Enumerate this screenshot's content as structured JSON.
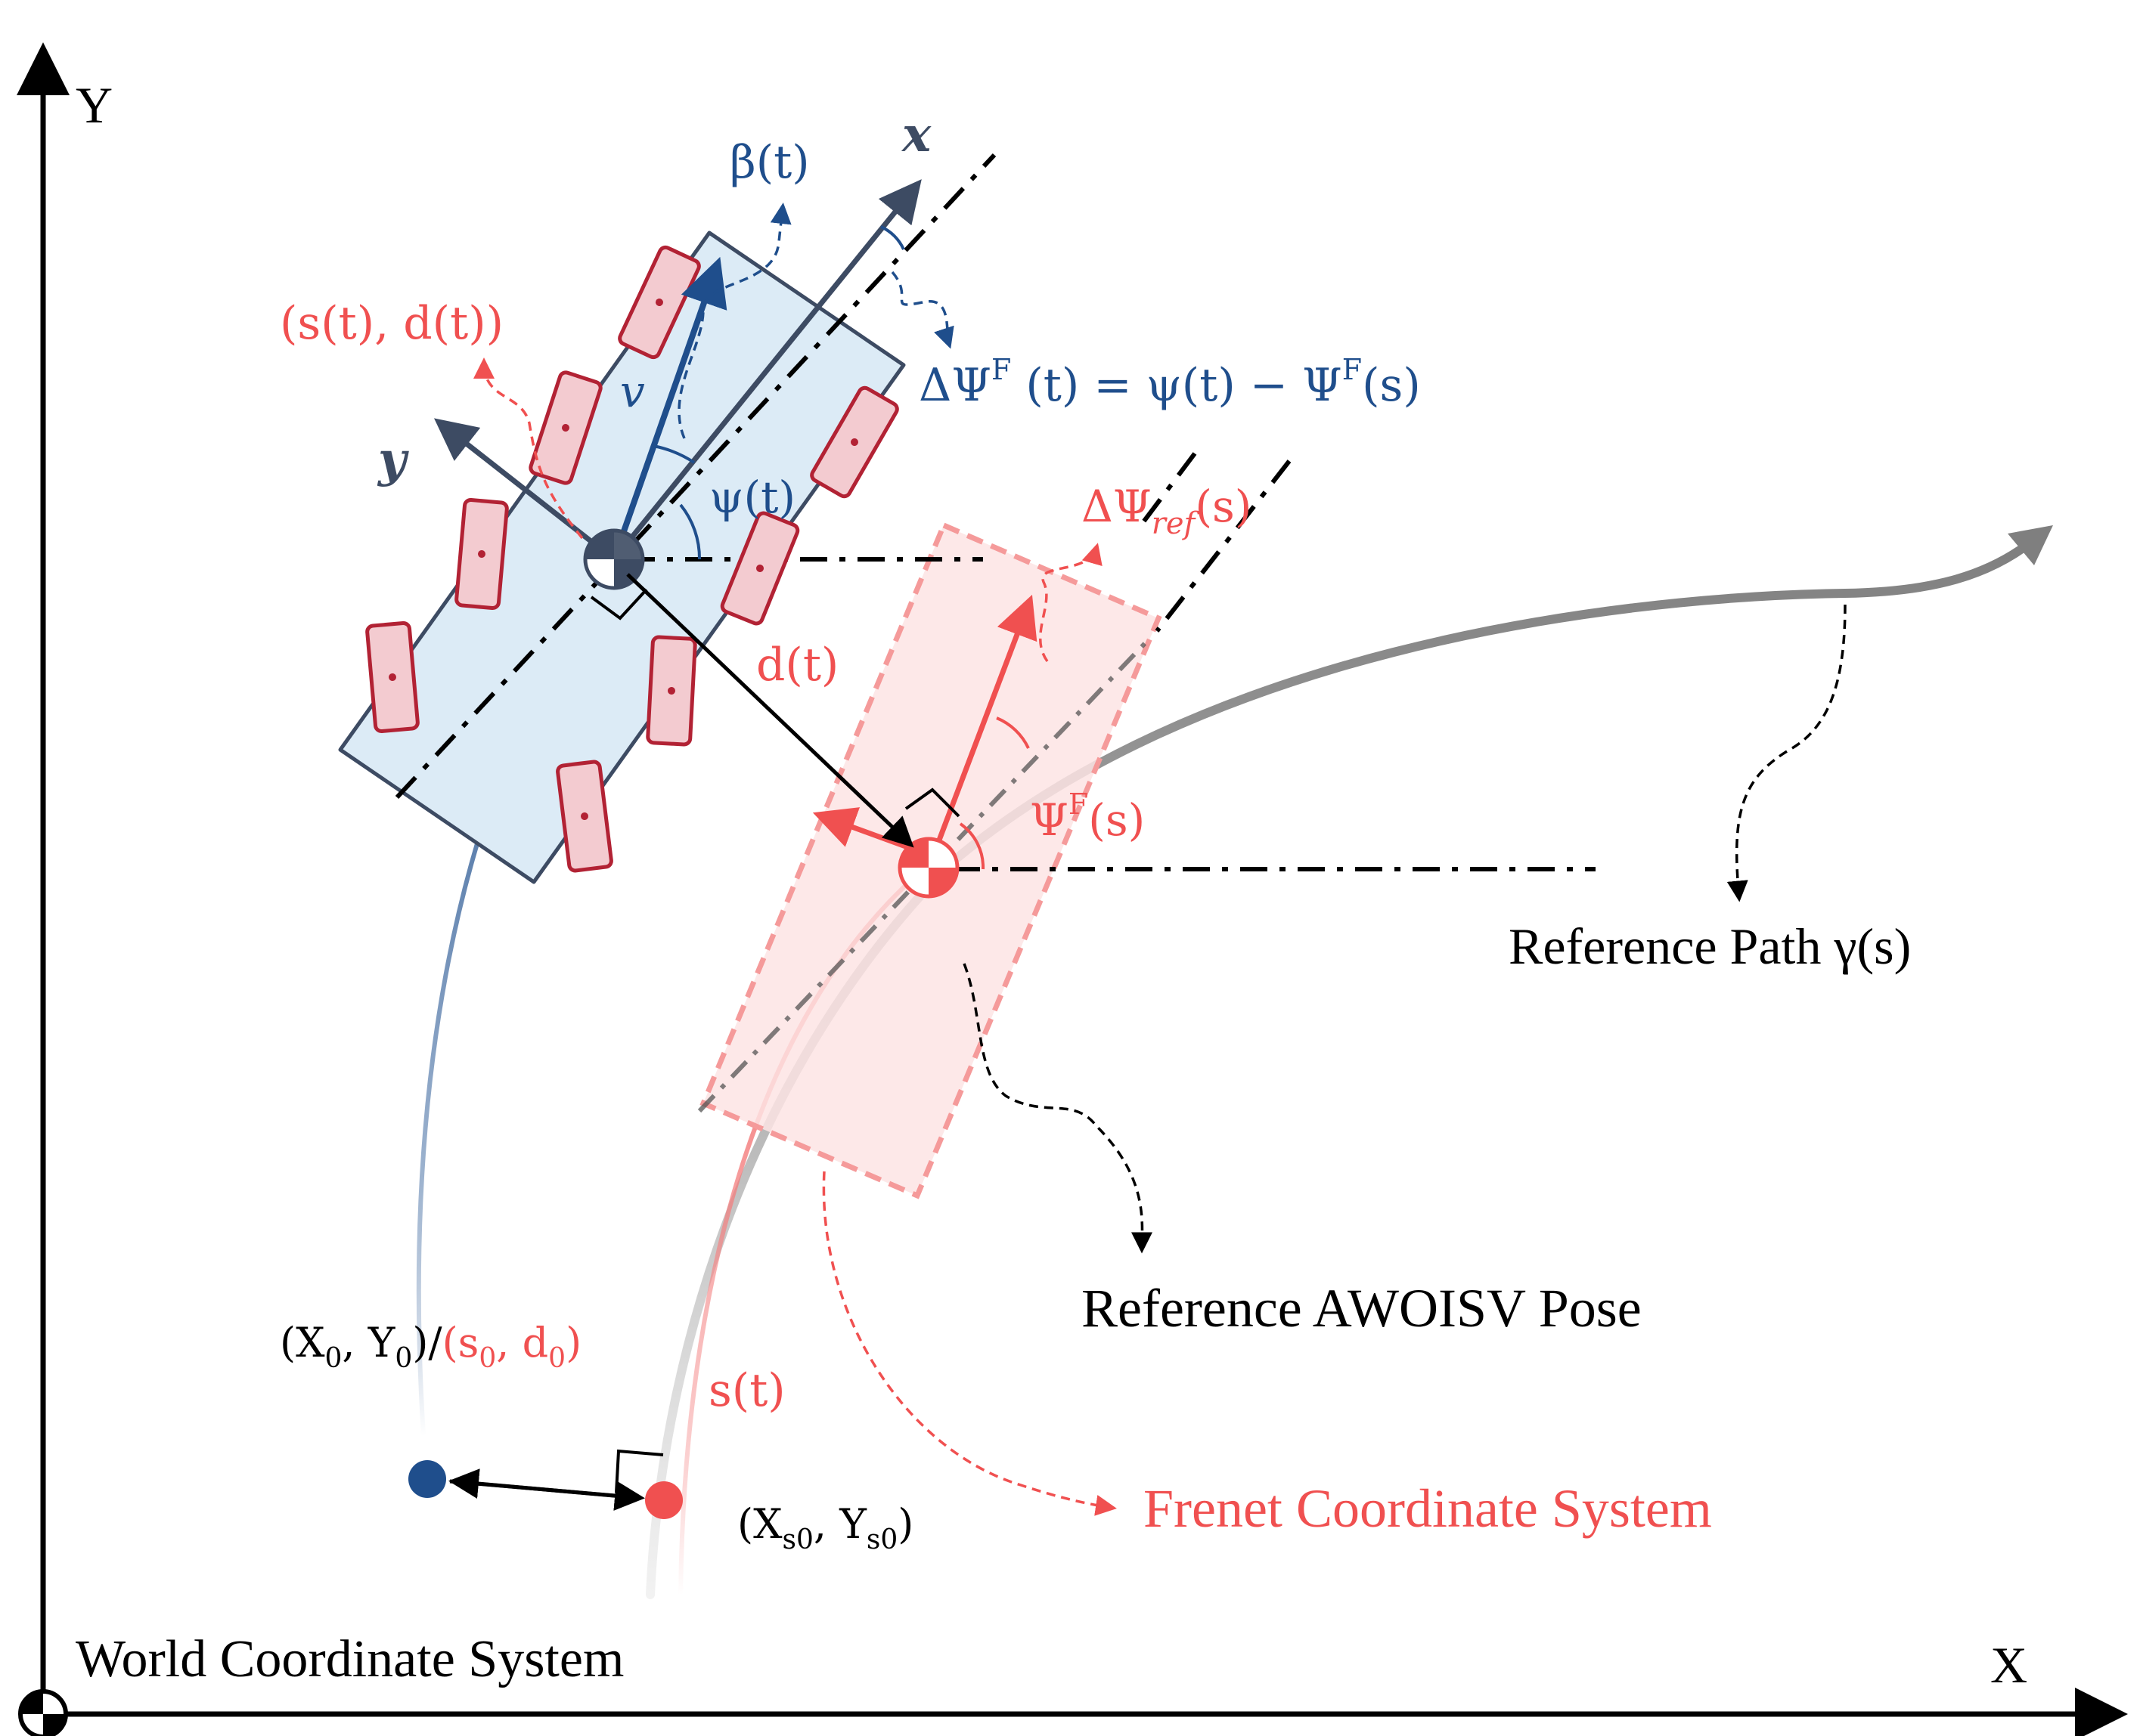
{
  "axes": {
    "x_label": "X",
    "y_label": "Y",
    "world_label": "World Coordinate System"
  },
  "vehicle": {
    "body_x_label": "x",
    "body_y_label": "y",
    "velocity_label": "v",
    "heading_label": "ψ(t)",
    "slip_label": "β(t)",
    "frenet_pos_label": "(s(t), d(t))",
    "heading_error_label": "ΔΨ",
    "heading_error_sup": "F",
    "heading_error_rest": " (t) = ψ(t) − Ψ",
    "heading_error_sup2": "F",
    "heading_error_end": "(s)",
    "lateral_label": "d(t)"
  },
  "reference": {
    "ref_heading_main": "ΔΨ",
    "ref_heading_sub": "ref",
    "ref_heading_end": "(s)",
    "frenet_heading_main": "Ψ",
    "frenet_heading_sup": "F",
    "frenet_heading_end": "(s)",
    "path_label": "Reference Path γ(s)",
    "pose_label": "Reference AWOISV Pose",
    "arc_label": "s(t)",
    "frenet_label": "Frenet Coordinate System"
  },
  "start": {
    "world_start": "(X",
    "world_start_sub0": "0",
    "world_start_mid": ", Y",
    "world_start_sub1": "0",
    "world_start_end": ")/",
    "frenet_start": "(s",
    "frenet_start_sub0": "0",
    "frenet_start_mid": ", d",
    "frenet_start_sub1": "0",
    "frenet_start_end": ")",
    "proj_start": "(X",
    "proj_start_sub0": "s0",
    "proj_start_mid": ", Y",
    "proj_start_sub1": "s0",
    "proj_start_end": ")"
  },
  "colors": {
    "blue": "#1f4e8c",
    "red": "#f05050",
    "vehicle_fill": "#dcebf6",
    "ref_fill": "#fde4e4",
    "path_gray": "#7f7f7f"
  }
}
